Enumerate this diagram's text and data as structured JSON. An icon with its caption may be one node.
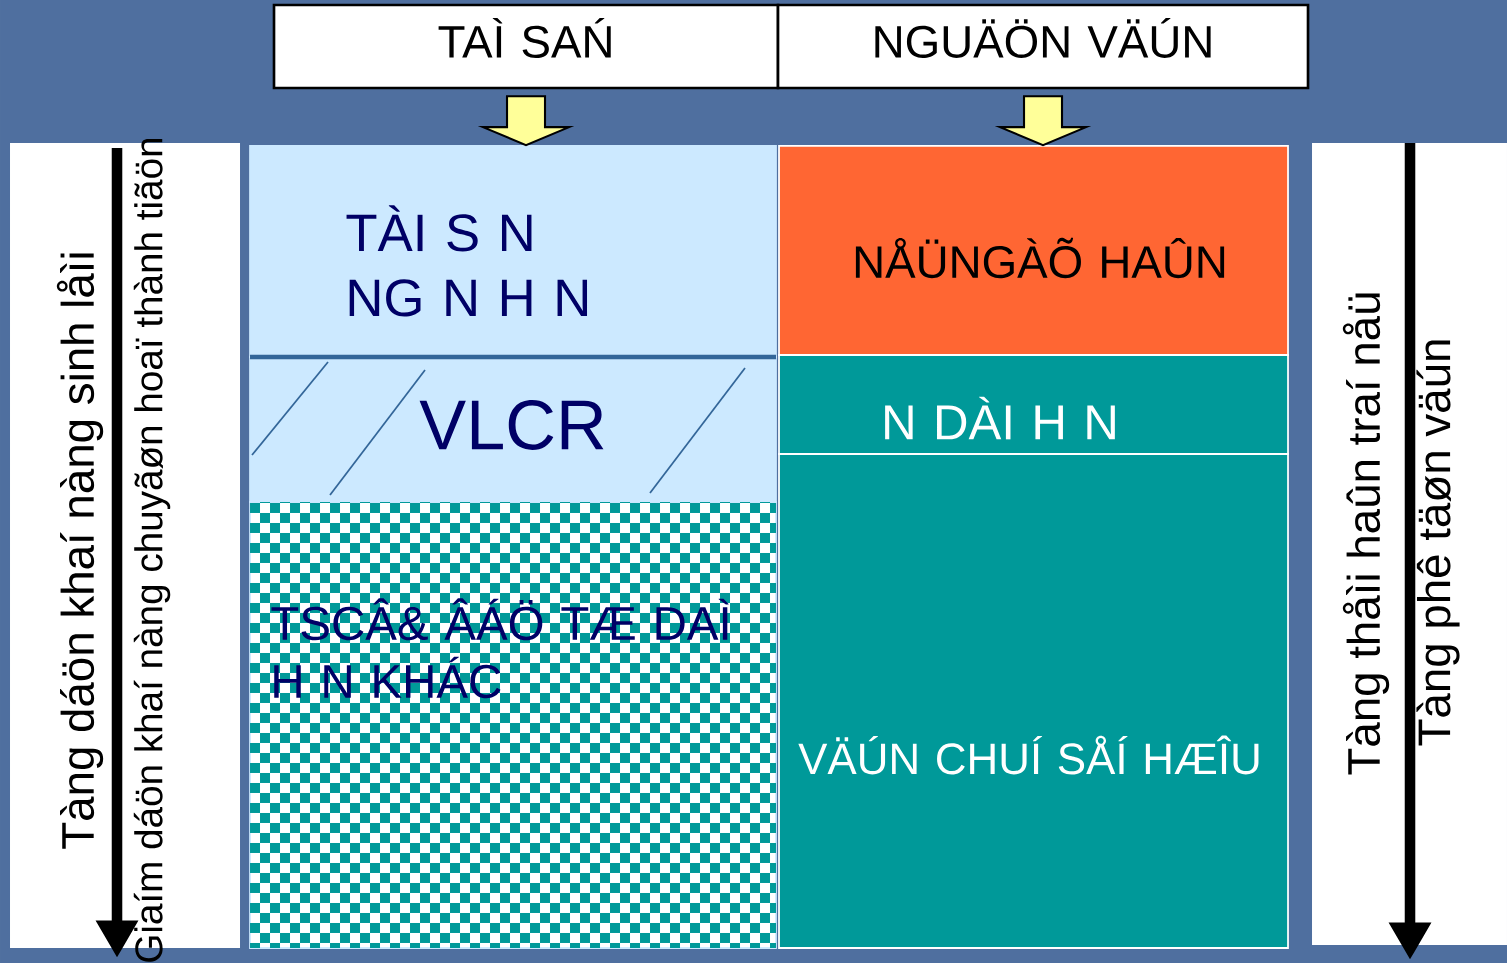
{
  "diagram": {
    "nodes": [
      {
        "text": [
          "TAÌ SAŃ"
        ]
      },
      {
        "text": [
          "NGUÄÖN VÄÚN"
        ]
      },
      {
        "text": [
          "TÀI S N NG N H N"
        ]
      },
      {
        "text": [
          "VLCR"
        ]
      },
      {
        "text": [
          "TSCÂ& ÂÁÖ TÆ DAÌ H N KHÁC"
        ]
      },
      {
        "text": [
          "NÅÜNGÀÕ HAÛN"
        ]
      },
      {
        "text": [
          "N DÀI H N"
        ]
      },
      {
        "text": [
          "VÄÚN CHUÍ SÅÍ HÆÎU"
        ]
      }
    ],
    "edges": [
      {
        "from": 0,
        "to": 2,
        "arrow": "to"
      },
      {
        "from": 1,
        "to": 5,
        "arrow": "to"
      }
    ],
    "labels": [
      "Tàng dáön khaí nàng sinh låìi",
      "Giaím dáön khaí nàng chuyãøn hoaï thành tiãön",
      "Tàng thåìi haûn traí nåü",
      "Tàng phê täøn väún"
    ]
  }
}
